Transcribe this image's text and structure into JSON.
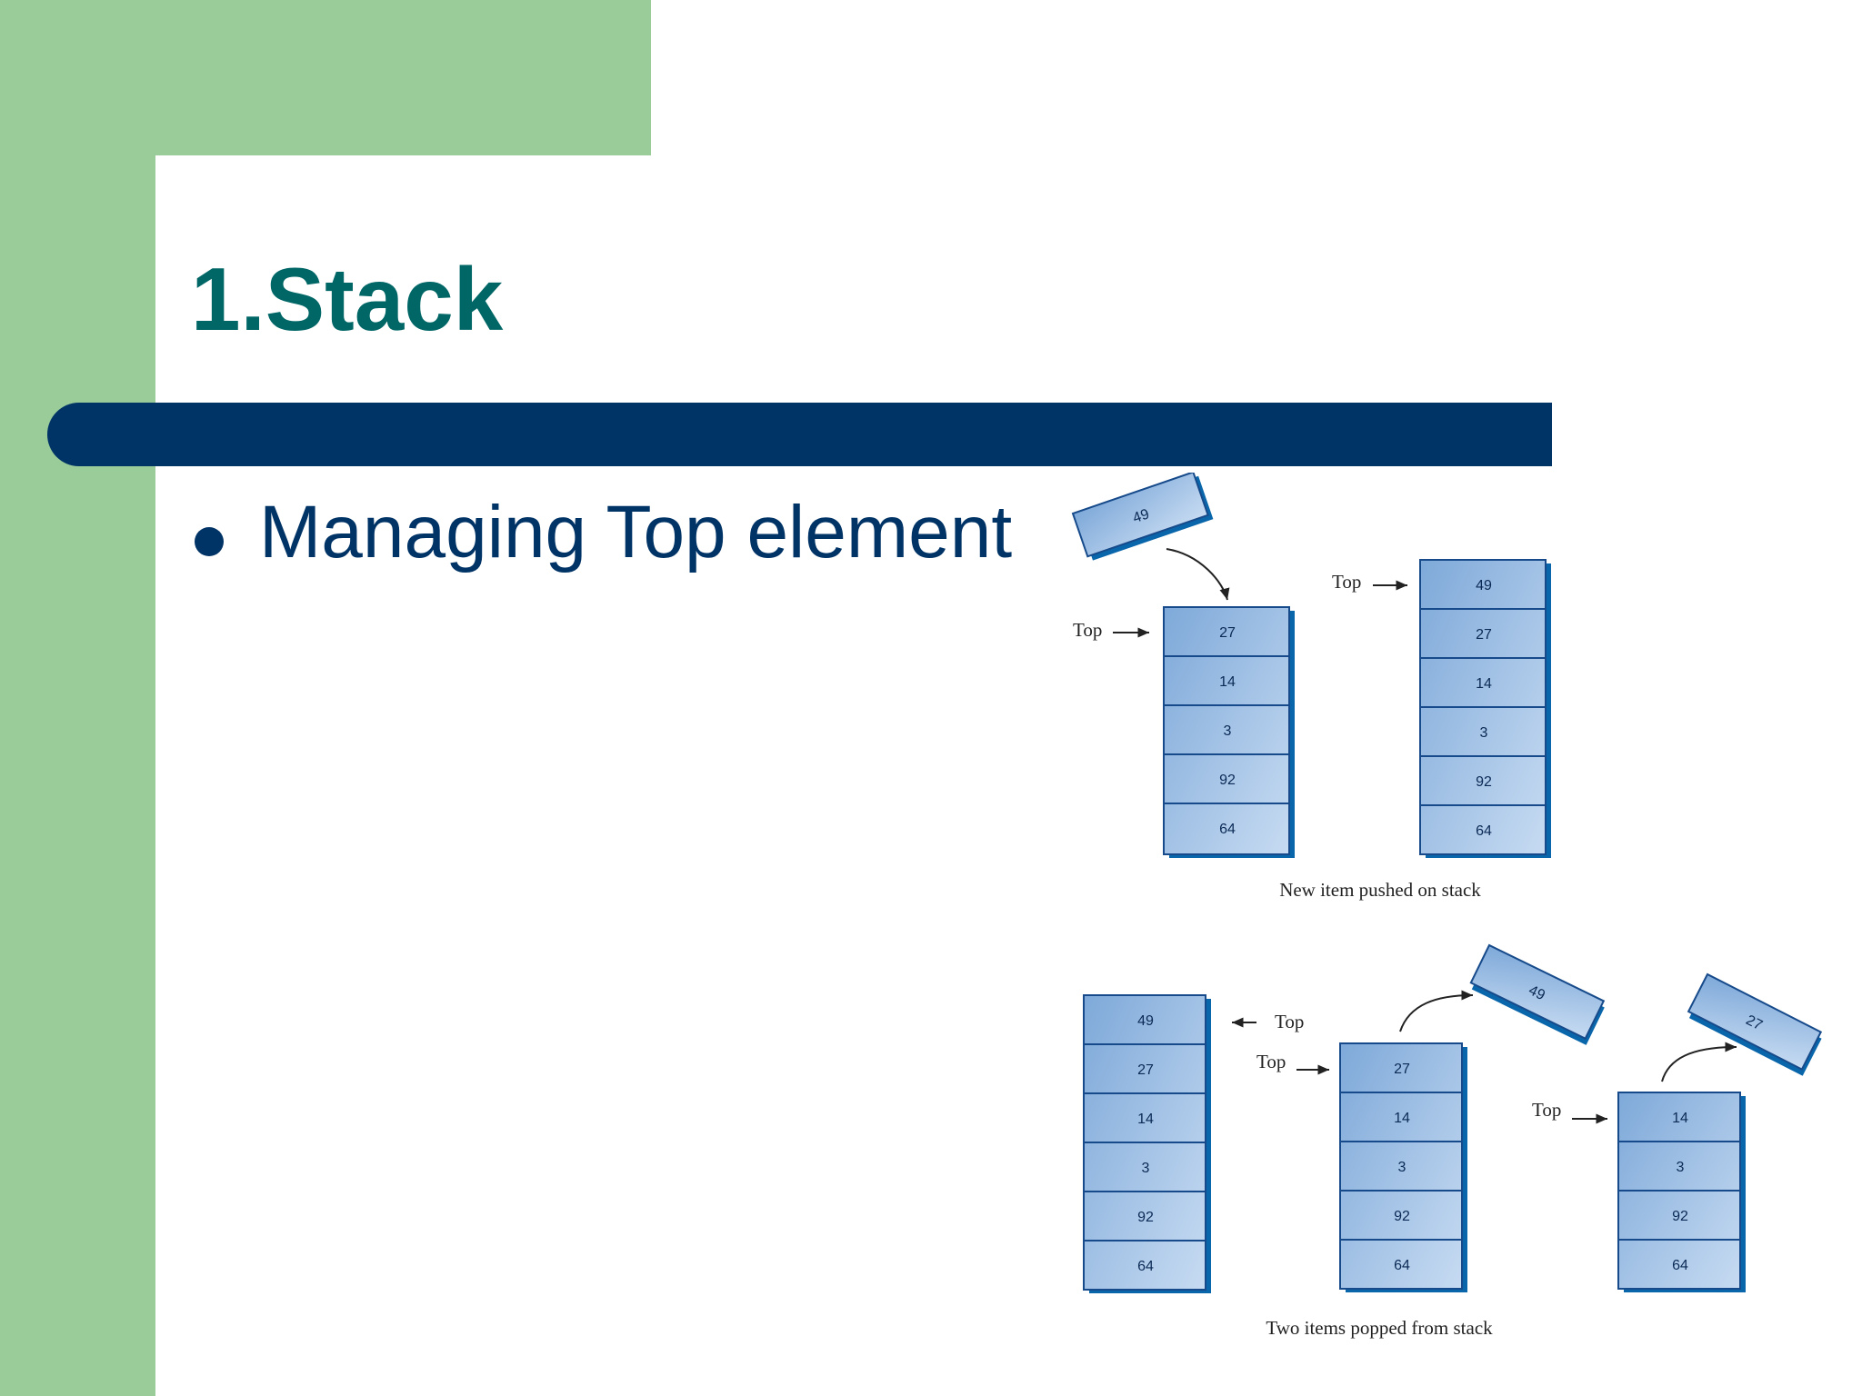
{
  "slide": {
    "title": "1.Stack",
    "bullet": "Managing Top element"
  },
  "colors": {
    "green": "#99cc99",
    "title": "#006666",
    "bar": "#003366",
    "text": "#003366",
    "stack_face": "#8db2dd",
    "stack_side": "#0a66aa",
    "stack_border": "#164a8a"
  },
  "diagram": {
    "top_label": "Top",
    "captions": {
      "push": "New item pushed on stack",
      "pop": "Two items popped from stack"
    },
    "stacks": {
      "push_before": [
        "27",
        "14",
        "3",
        "92",
        "64"
      ],
      "push_after": [
        "49",
        "27",
        "14",
        "3",
        "92",
        "64"
      ],
      "pop_before": [
        "49",
        "27",
        "14",
        "3",
        "92",
        "64"
      ],
      "pop_one": [
        "27",
        "14",
        "3",
        "92",
        "64"
      ],
      "pop_two": [
        "14",
        "3",
        "92",
        "64"
      ]
    },
    "moving_items": {
      "pushed": "49",
      "popped_first": "49",
      "popped_second": "27"
    }
  }
}
